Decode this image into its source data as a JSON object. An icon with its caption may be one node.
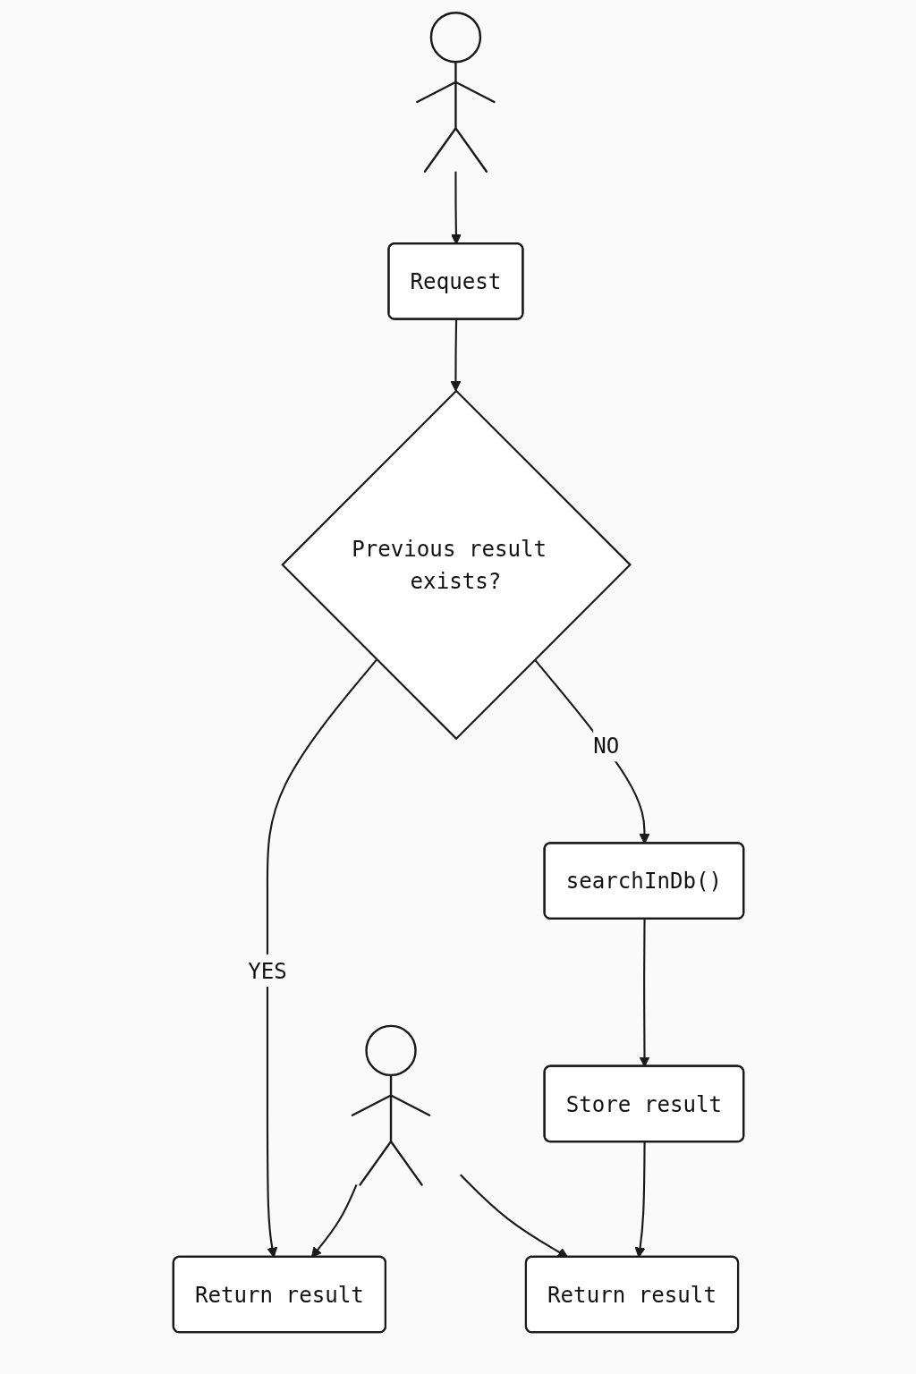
{
  "diagram": {
    "nodes": [
      {
        "text": [],
        "shape": "person"
      },
      {
        "text": [
          "Request"
        ]
      },
      {
        "text": [
          "Previous result exists?"
        ]
      },
      {
        "text": [
          "Return result"
        ]
      },
      {
        "text": [
          "searchInDb()"
        ]
      },
      {
        "text": [
          "Store result"
        ]
      },
      {
        "text": [
          "Return result"
        ]
      },
      {
        "text": [],
        "shape": "person"
      }
    ],
    "edges": [
      {
        "from": 0,
        "to": 1,
        "arrow": "to"
      },
      {
        "from": 1,
        "to": 2,
        "arrow": "to"
      },
      {
        "from": 2,
        "to": 3,
        "label": "YES",
        "arrow": "to"
      },
      {
        "from": 2,
        "to": 4,
        "label": "NO",
        "arrow": "to"
      },
      {
        "from": 4,
        "to": 5,
        "arrow": "to"
      },
      {
        "from": 5,
        "to": 6,
        "arrow": "to"
      },
      {
        "from": 7,
        "to": 3,
        "arrow": "to"
      },
      {
        "from": 7,
        "to": 6,
        "arrow": "to"
      }
    ]
  }
}
